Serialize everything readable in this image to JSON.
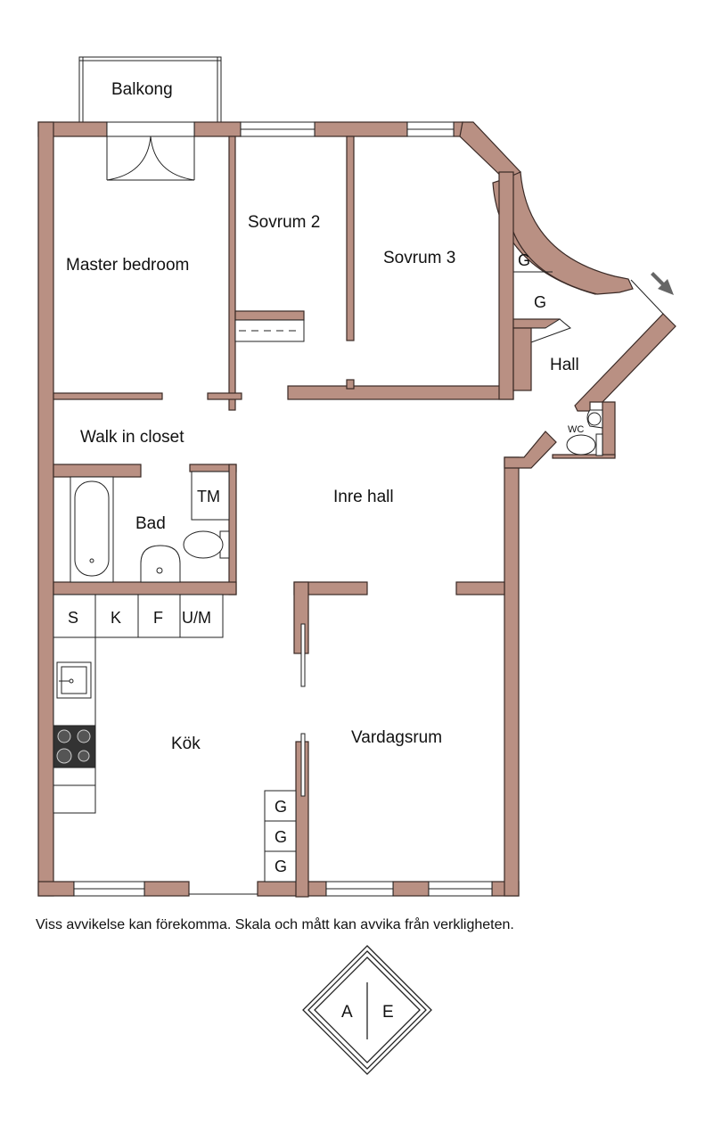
{
  "rooms": {
    "balkong": "Balkong",
    "master_bedroom": "Master bedroom",
    "sovrum2": "Sovrum 2",
    "sovrum3": "Sovrum 3",
    "hall": "Hall",
    "walk_in_closet": "Walk in closet",
    "inre_hall": "Inre hall",
    "bad": "Bad",
    "kok": "Kök",
    "vardagsrum": "Vardagsrum"
  },
  "fixtures": {
    "tm": "TM",
    "wc": "WC",
    "g": "G",
    "kitchen_units": [
      "S",
      "K",
      "F",
      "U/M"
    ]
  },
  "disclaimer": "Viss avvikelse kan förekomma. Skala och mått kan avvika från verkligheten.",
  "logo": {
    "left": "A",
    "right": "E"
  },
  "colors": {
    "wall": "#b99083",
    "line": "#222222"
  }
}
